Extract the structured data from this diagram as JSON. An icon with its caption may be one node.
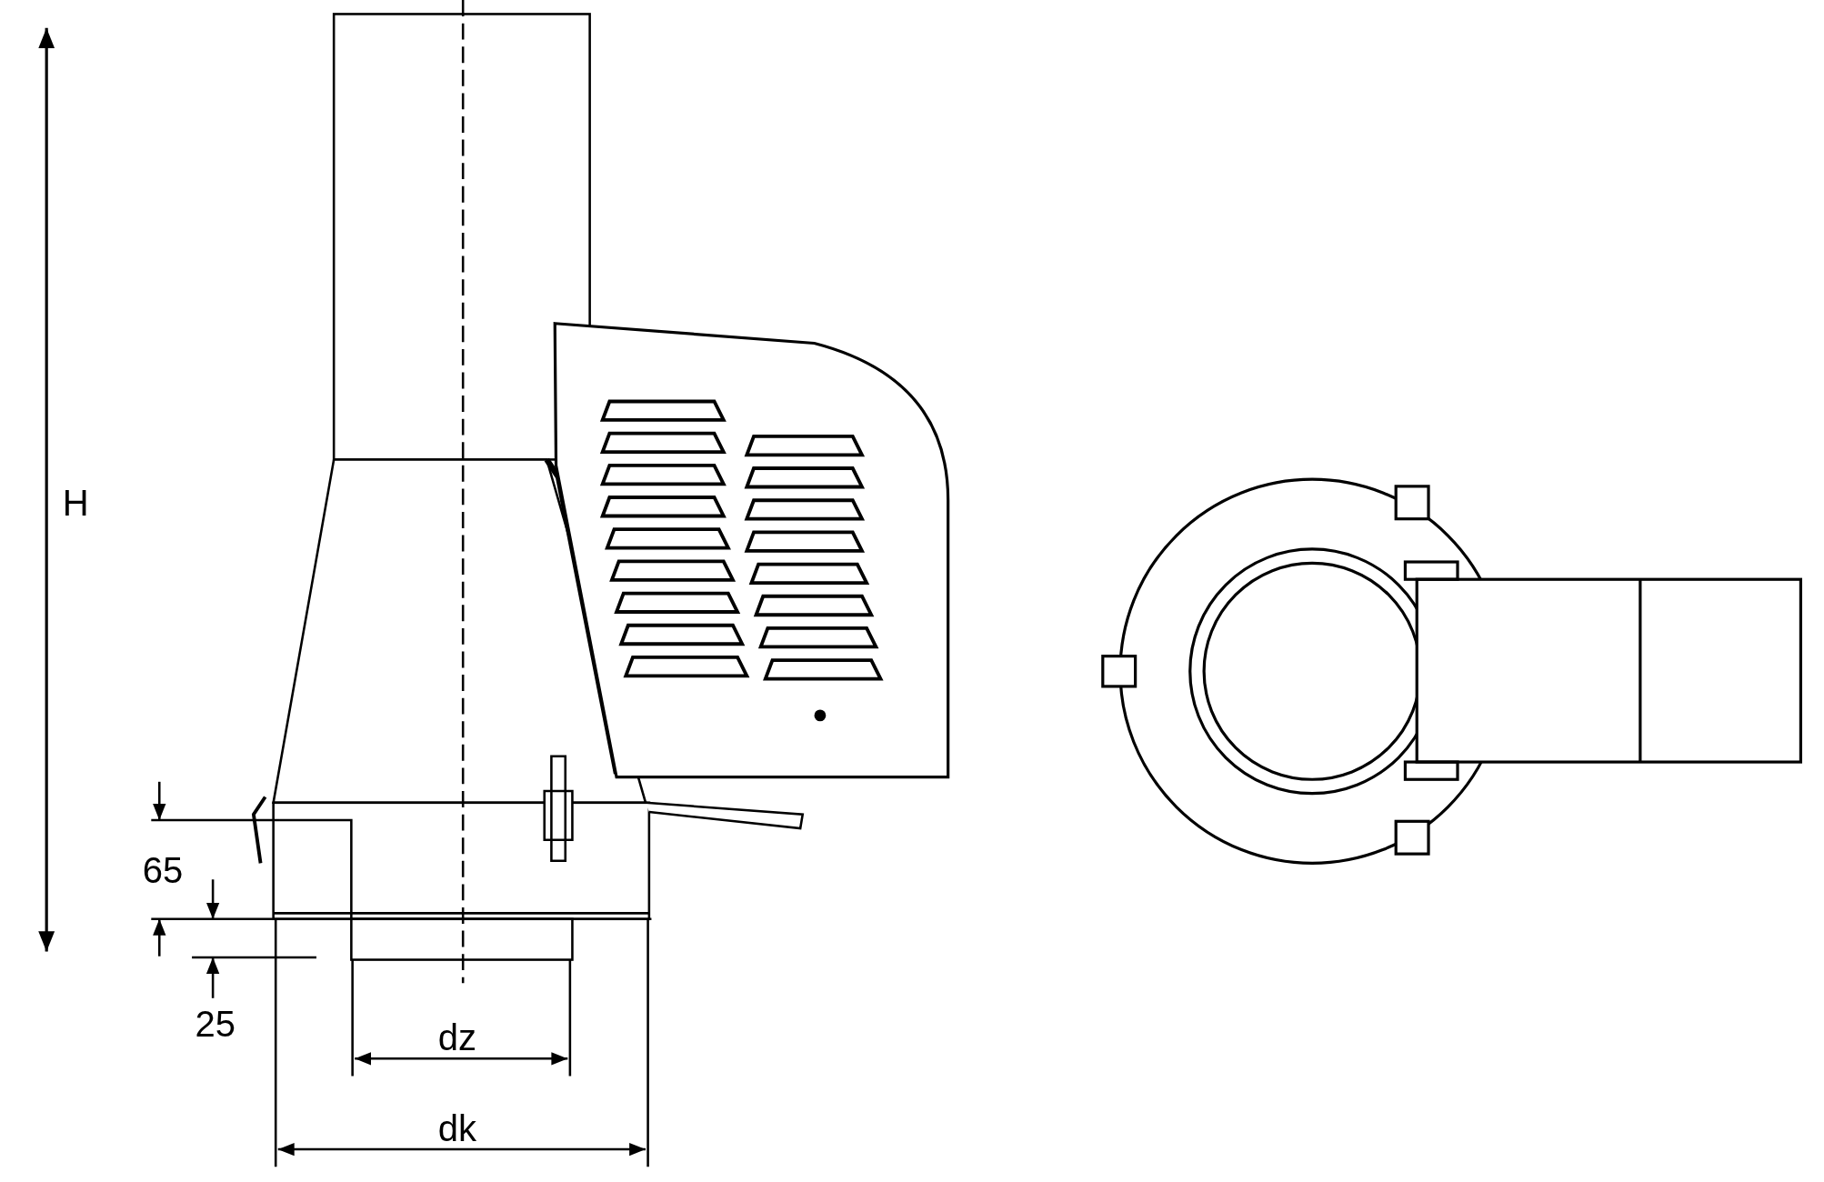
{
  "diagram": {
    "labels": [
      "H",
      "65",
      "25",
      "dz",
      "dk"
    ]
  }
}
